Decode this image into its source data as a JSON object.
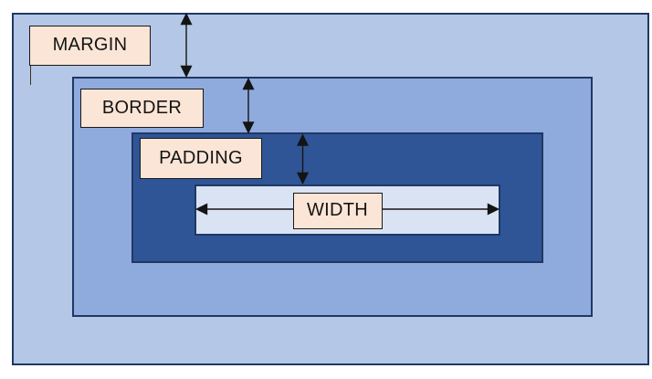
{
  "diagram": {
    "type": "css-box-model",
    "areas": [
      {
        "name": "margin",
        "label": "MARGIN",
        "fill": "#b4c7e7"
      },
      {
        "name": "border",
        "label": "BORDER",
        "fill": "#8faadc"
      },
      {
        "name": "padding",
        "label": "PADDING",
        "fill": "#2f5597"
      },
      {
        "name": "content",
        "label": "WIDTH",
        "fill": "#dae3f3"
      }
    ],
    "label_box": {
      "fill": "#fbe5d6",
      "border_color": "#1a1a1a",
      "text_color": "#141414"
    },
    "outline_color": "#1f3864",
    "arrow_color": "#141414",
    "background": "#ffffff",
    "arrows": [
      {
        "name": "margin-height-arrow",
        "orientation": "vertical"
      },
      {
        "name": "border-height-arrow",
        "orientation": "vertical"
      },
      {
        "name": "padding-height-arrow",
        "orientation": "vertical"
      },
      {
        "name": "content-width-arrow",
        "orientation": "horizontal"
      }
    ]
  }
}
